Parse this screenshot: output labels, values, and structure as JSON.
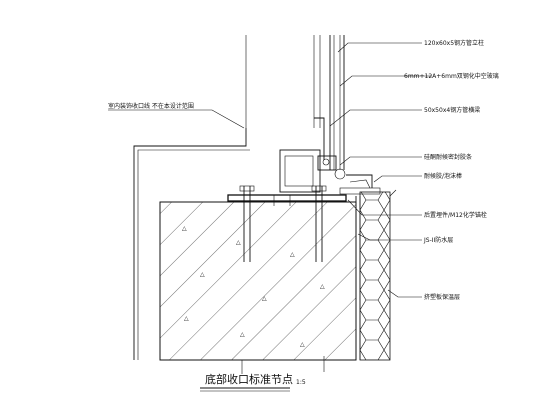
{
  "drawing": {
    "title": "底部收口标准节点",
    "scale": "1:5",
    "labels": {
      "mullion": "120x60x5钢方管立柱",
      "glass": "6mm+12A+6mm双钢化中空玻璃",
      "steel_tube": "50x50x4钢方管横梁",
      "drain_strip": "硅酮耐候密封胶条",
      "sealant": "耐候胶/泡沫棒",
      "embed": "后置埋件/M12化学锚栓",
      "waterproof": "JS-II防水层",
      "insulation": "挤塑板保温层",
      "finish": "室内装饰收口线 不在本设计范围"
    }
  }
}
